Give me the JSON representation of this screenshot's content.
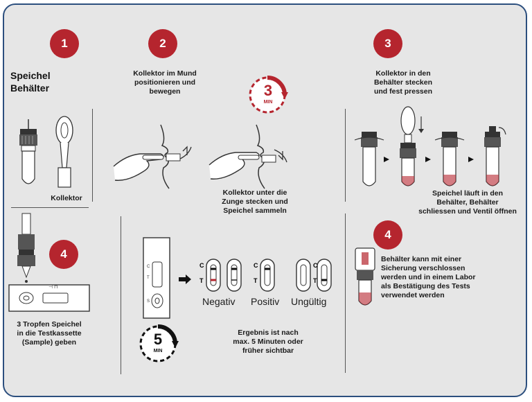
{
  "steps": {
    "s1": "1",
    "s2": "2",
    "s3": "3",
    "s4a": "4",
    "s4b": "4"
  },
  "section1": {
    "title_line1": "Speichel",
    "title_line2": "Behälter",
    "collector_label": "Kollektor"
  },
  "section2": {
    "top_text": [
      "Kollektor im Mund",
      "positionieren und",
      "bewegen"
    ],
    "timer_value": "3",
    "timer_unit": "MIN",
    "bottom_text": [
      "Kollektor unter die",
      "Zunge stecken und",
      "Speichel sammeln"
    ]
  },
  "section3": {
    "top_text": [
      "Kollektor in den",
      "Behälter stecken",
      "und fest pressen"
    ],
    "bottom_text": [
      "Speichel läuft in den",
      "Behälter, Behälter",
      "schliessen und Ventil öffnen"
    ]
  },
  "section4_left": {
    "text": [
      "3 Tropfen Speichel",
      "in die Testkassette",
      "(Sample) geben"
    ],
    "cassette_marks": "⊣ ⊓"
  },
  "results": {
    "cassette_c": "C",
    "cassette_t": "T",
    "cassette_s": "S",
    "c_label": "C",
    "t_label": "T",
    "negativ": "Negativ",
    "positiv": "Positiv",
    "ungueltig": "Ungültig",
    "timer_value": "5",
    "timer_unit": "MIN",
    "result_text": [
      "Ergebnis ist nach",
      "max. 5 Minuten oder",
      "früher sichtbar"
    ]
  },
  "section4_right": {
    "text": [
      "Behälter kann mit einer",
      "Sicherung verschlossen",
      "werden und in einem Labor",
      "als Bestätigung des Tests",
      "verwendet werden"
    ]
  },
  "colors": {
    "accent_red": "#b5252e",
    "border_blue": "#2c4f7e",
    "background": "#e6e6e6"
  }
}
